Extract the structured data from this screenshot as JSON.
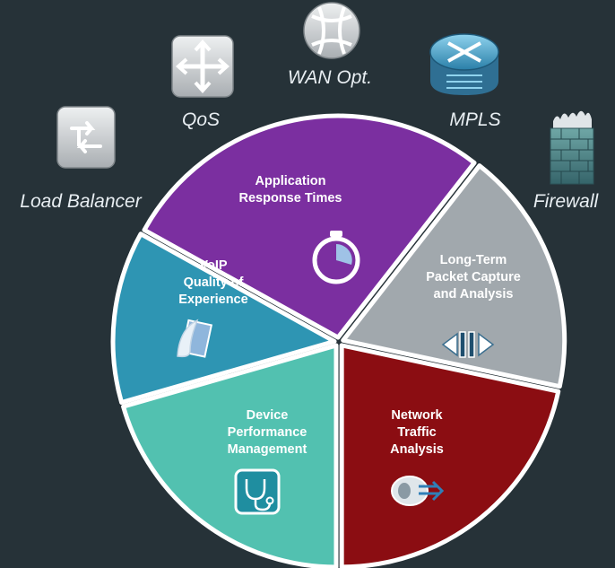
{
  "background_color": "#263238",
  "devices": [
    {
      "id": "load-balancer",
      "label": "Load Balancer",
      "icon": "load-balancer-icon"
    },
    {
      "id": "qos",
      "label": "QoS",
      "icon": "qos-router-icon"
    },
    {
      "id": "wan-opt",
      "label": "WAN Opt.",
      "icon": "wan-optimizer-icon"
    },
    {
      "id": "mpls",
      "label": "MPLS",
      "icon": "mpls-router-icon"
    },
    {
      "id": "firewall",
      "label": "Firewall",
      "icon": "firewall-icon"
    }
  ],
  "segments": [
    {
      "id": "application-response-times",
      "lines": [
        "Application",
        "Response Times"
      ],
      "color": "#7b2fa0",
      "icon": "stopwatch-icon"
    },
    {
      "id": "long-term-packet-capture",
      "lines": [
        "Long-Term",
        "Packet Capture",
        "and Analysis"
      ],
      "color": "#a1a8ad",
      "icon": "playback-controls-icon"
    },
    {
      "id": "network-traffic-analysis",
      "lines": [
        "Network",
        "Traffic",
        "Analysis"
      ],
      "color": "#8b0d12",
      "icon": "traffic-flow-icon"
    },
    {
      "id": "device-performance-management",
      "lines": [
        "Device",
        "Performance",
        "Management"
      ],
      "color": "#52c1b0",
      "icon": "stethoscope-icon"
    },
    {
      "id": "voip-quality-of-experience",
      "lines": [
        "VoIP",
        "Quality of",
        "Experience"
      ],
      "color": "#2e95b3",
      "icon": "phone-handset-icon"
    }
  ]
}
